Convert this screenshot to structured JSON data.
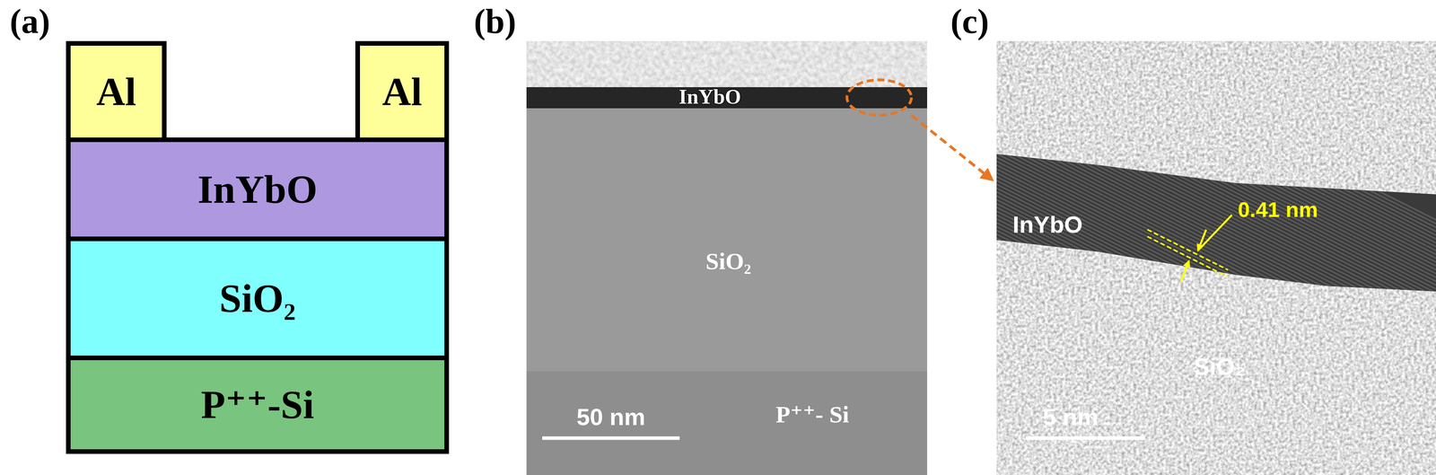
{
  "diagram": {
    "nodes": [
      {
        "text": [
          "Al"
        ]
      },
      {
        "text": [
          "Al"
        ]
      },
      {
        "text": [
          "InYbO"
        ]
      },
      {
        "text": [
          "SiO₂"
        ]
      },
      {
        "text": [
          "P⁺⁺-Si"
        ]
      }
    ],
    "labels": [
      "(a)",
      "(b)",
      "InYbO",
      "SiO₂",
      "P⁺⁺- Si",
      "50 nm",
      "(c)",
      "InYbO",
      "0.41 nm",
      "SiO₂",
      "5 nm"
    ]
  }
}
